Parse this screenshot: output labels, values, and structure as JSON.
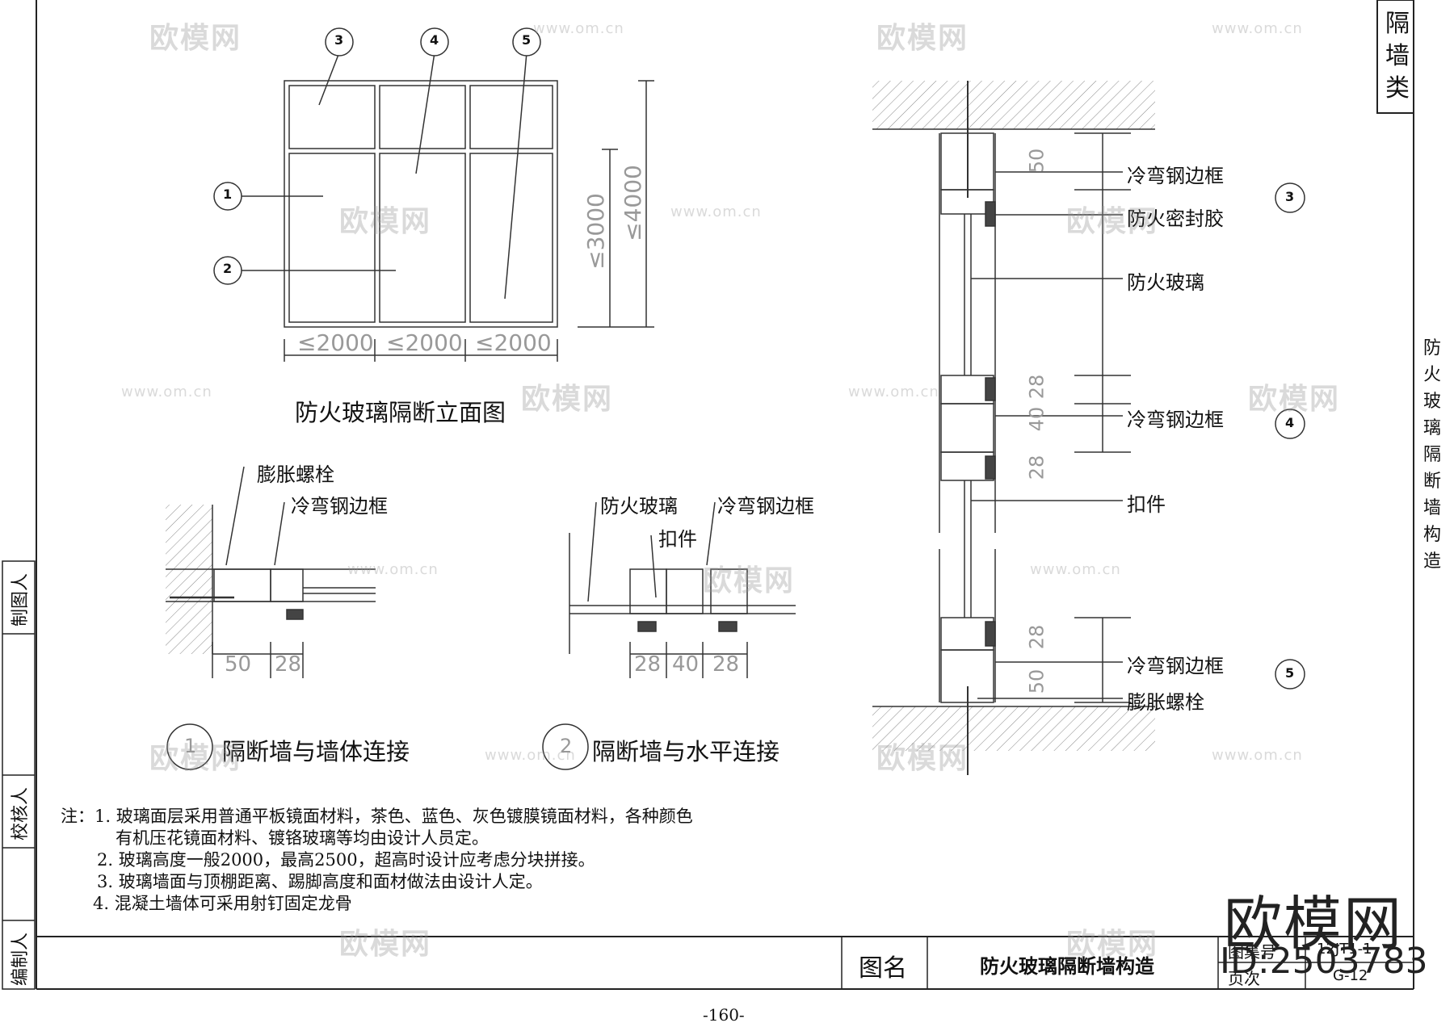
{
  "category": "隔墙类",
  "side_title": "防火玻璃隔断墙构造",
  "elevation": {
    "title": "防火玻璃隔断立面图",
    "dims_h": [
      "≤2000",
      "≤2000",
      "≤2000"
    ],
    "dims_v": [
      "≤3000",
      "≤4000"
    ],
    "callouts": [
      "1",
      "2",
      "3",
      "4",
      "5"
    ]
  },
  "detail1": {
    "number": "1",
    "title": "隔断墙与墙体连接",
    "labels": [
      "膨胀螺栓",
      "冷弯钢边框"
    ],
    "dims": [
      "50",
      "28"
    ]
  },
  "detail2": {
    "number": "2",
    "title": "隔断墙与水平连接",
    "labels": [
      "防火玻璃",
      "冷弯钢边框",
      "扣件"
    ],
    "dims": [
      "28",
      "40",
      "28"
    ]
  },
  "section": {
    "labels": {
      "frame_top": "冷弯钢边框",
      "sealant": "防火密封胶",
      "glass": "防火玻璃",
      "frame_mid": "冷弯钢边框",
      "clip": "扣件",
      "frame_bottom": "冷弯钢边框",
      "bolt": "膨胀螺栓"
    },
    "callouts": [
      "3",
      "4",
      "5"
    ],
    "dims": [
      "50",
      "28",
      "40",
      "28",
      "28",
      "50"
    ]
  },
  "notes": [
    "注：1. 玻璃面层采用普通平板镜面材料，茶色、蓝色、灰色镀膜镜面材料，各种颜色",
    "有机压花镜面材料、镀铬玻璃等均由设计人员定。",
    "2. 玻璃高度一般2000，最高2500，超高时设计应考虑分块拼接。",
    "3. 玻璃墙面与顶棚距离、踢脚高度和面材做法由设计人定。",
    "4. 混凝土墙体可采用射钉固定龙骨"
  ],
  "title_block": {
    "name_label": "图名",
    "name": "防火玻璃隔断墙构造",
    "atlas_label": "图集号",
    "atlas_value": "12JT1-1",
    "page_label": "页次",
    "page_value": "G-12"
  },
  "left_strip": [
    "制图人",
    "校核人",
    "编制人"
  ],
  "page_number": "-160-",
  "watermark": {
    "brand": "欧模网",
    "url": "www.om.cn",
    "id": "ID:2503783"
  }
}
